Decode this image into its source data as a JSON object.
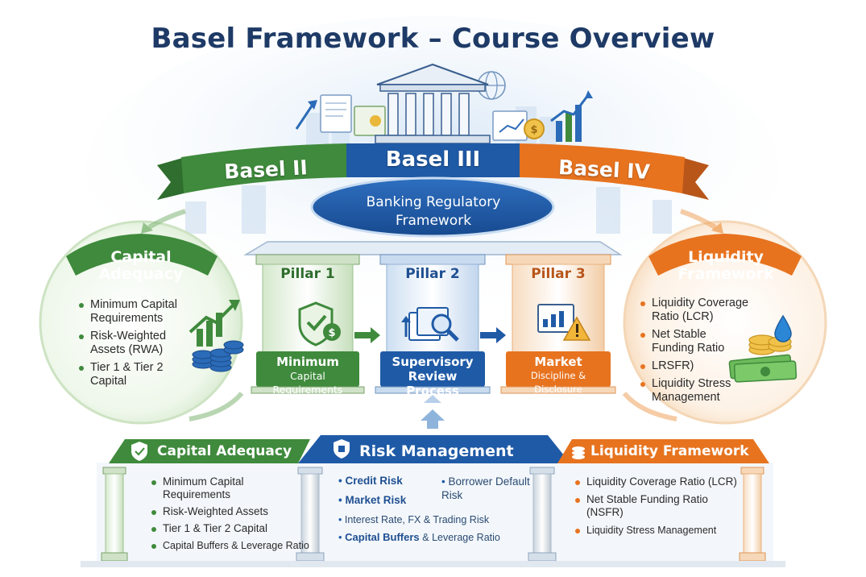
{
  "title": "Basel Framework – Course Overview",
  "banners": [
    {
      "label": "Basel II",
      "color": "#3f8a3c"
    },
    {
      "label": "Basel III",
      "color": "#1f5aa6"
    },
    {
      "label": "Basel IV",
      "color": "#e7731f"
    }
  ],
  "center_oval": {
    "line1": "Banking Regulatory",
    "line2": "Framework"
  },
  "left_circle": {
    "title_line1": "Capital",
    "title_line2": "Adequacy",
    "items": [
      "Minimum Capital Requirements",
      "Risk-Weighted Assets (RWA)",
      "Tier 1 & Tier 2 Capital"
    ]
  },
  "right_circle": {
    "title_line1": "Liquidity",
    "title_line2": "Framework",
    "items": [
      "Liquidity Coverage Ratio (LCR)",
      "Net Stable Funding Ratio",
      "LRSFR)",
      "Liquidity Stress Management"
    ]
  },
  "pillars": [
    {
      "label": "Pillar 1",
      "caption1": "Minimum",
      "caption2": "Capital Requirements",
      "color": "#3f8a3c"
    },
    {
      "label": "Pillar 2",
      "caption1": "Supervisory",
      "caption2": "Review Process",
      "color": "#1f5aa6"
    },
    {
      "label": "Pillar 3",
      "caption1": "Market",
      "caption2": "Discipline & Disclosure",
      "color": "#e7731f"
    }
  ],
  "bottom": {
    "left": {
      "heading": "Capital Adequacy",
      "items": [
        "Minimum Capital Requirements",
        "Risk-Weighted Assets",
        "Tier 1 & Tier 2 Capital",
        "Capital Buffers & Leverage Ratio"
      ]
    },
    "center": {
      "heading": "Risk Management",
      "credit": "Credit Risk",
      "market": "Market Risk",
      "borrower": "Borrower Default Risk",
      "interest": "Interest Rate, FX & Trading Risk",
      "buffers_bold": "Capital Buffers",
      "buffers_rest": "& Leverage Ratio"
    },
    "right": {
      "heading": "Liquidity Framework",
      "items": [
        "Liquidity Coverage Ratio (LCR)",
        "Net Stable Funding Ratio (NSFR)",
        "Liquidity Stress Management"
      ]
    }
  }
}
